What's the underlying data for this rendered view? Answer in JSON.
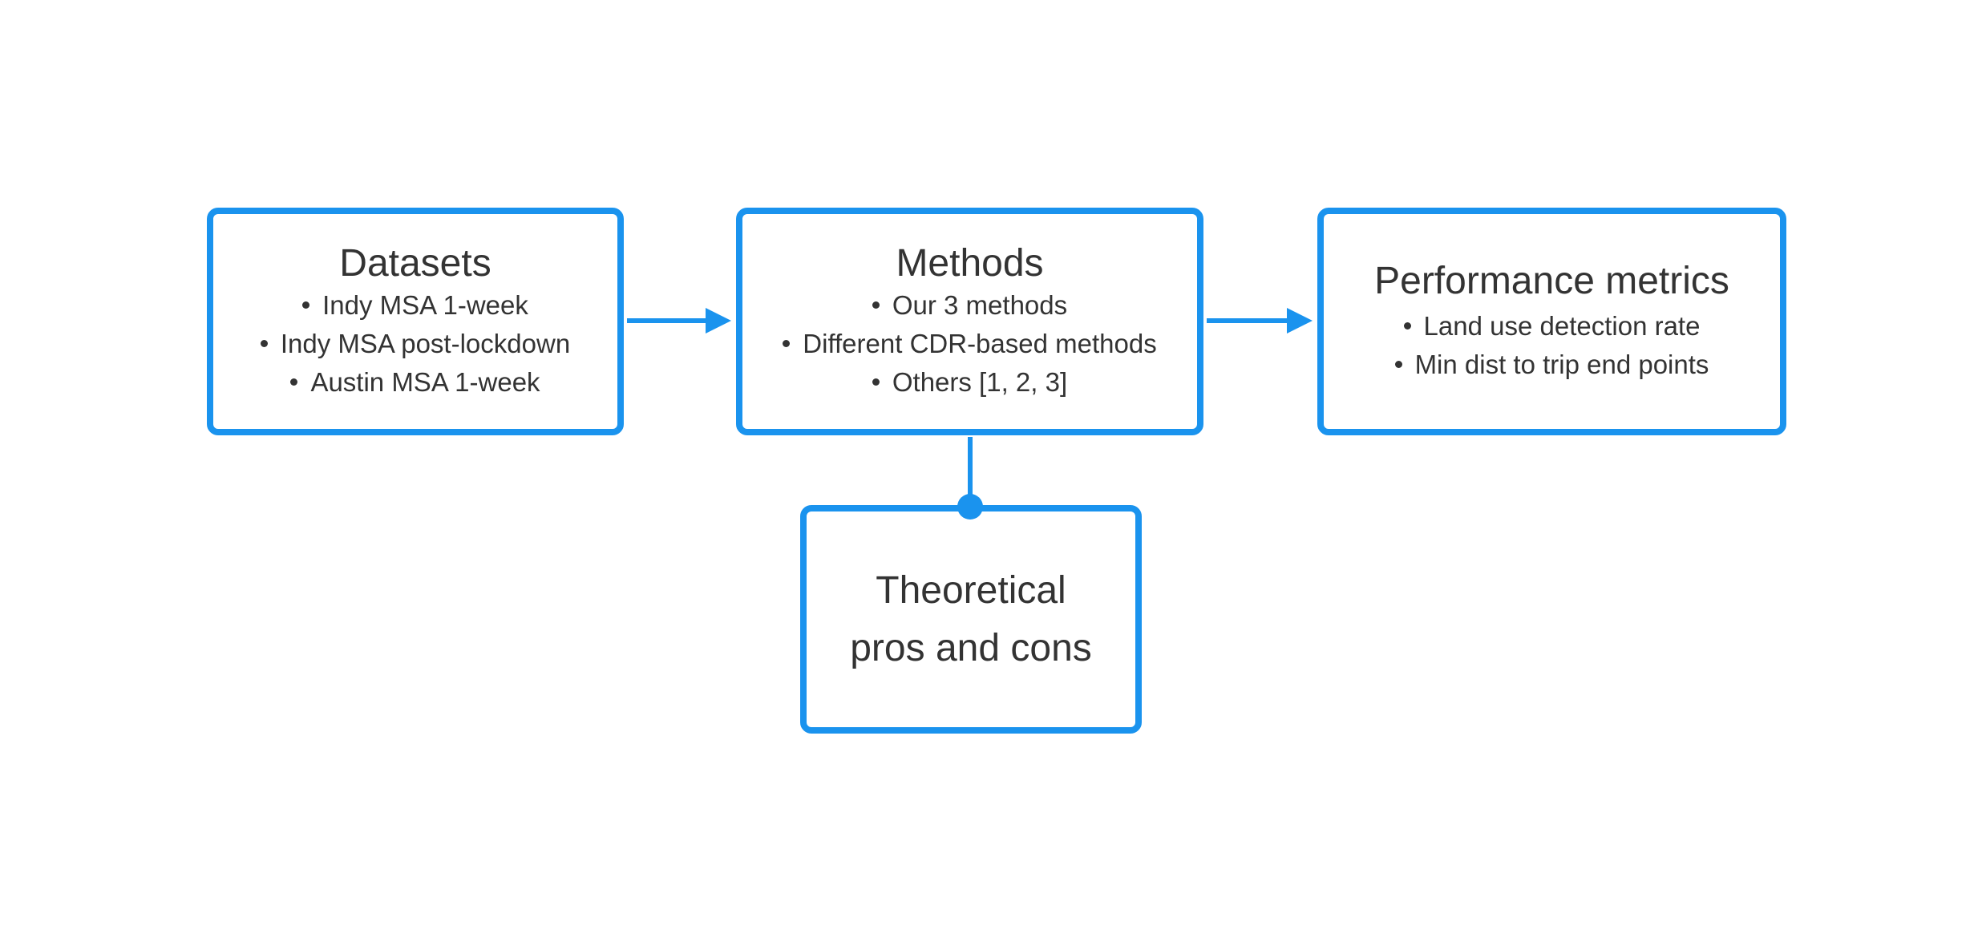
{
  "diagram": {
    "accent_color": "#1a93ee",
    "text_color": "#333333",
    "boxes": {
      "datasets": {
        "title": "Datasets",
        "items": [
          "Indy MSA 1-week",
          "Indy MSA post-lockdown",
          "Austin MSA 1-week"
        ]
      },
      "methods": {
        "title": "Methods",
        "items": [
          "Our 3 methods",
          "Different CDR-based methods",
          "Others [1, 2, 3]"
        ]
      },
      "metrics": {
        "title": "Performance metrics",
        "items": [
          "Land use detection rate",
          "Min dist to trip end points"
        ]
      },
      "theory": {
        "title_line1": "Theoretical",
        "title_line2": "pros and cons"
      }
    },
    "connections": [
      {
        "from": "datasets",
        "to": "methods",
        "style": "arrow"
      },
      {
        "from": "methods",
        "to": "metrics",
        "style": "arrow"
      },
      {
        "from": "methods",
        "to": "theory",
        "style": "dot"
      }
    ]
  }
}
